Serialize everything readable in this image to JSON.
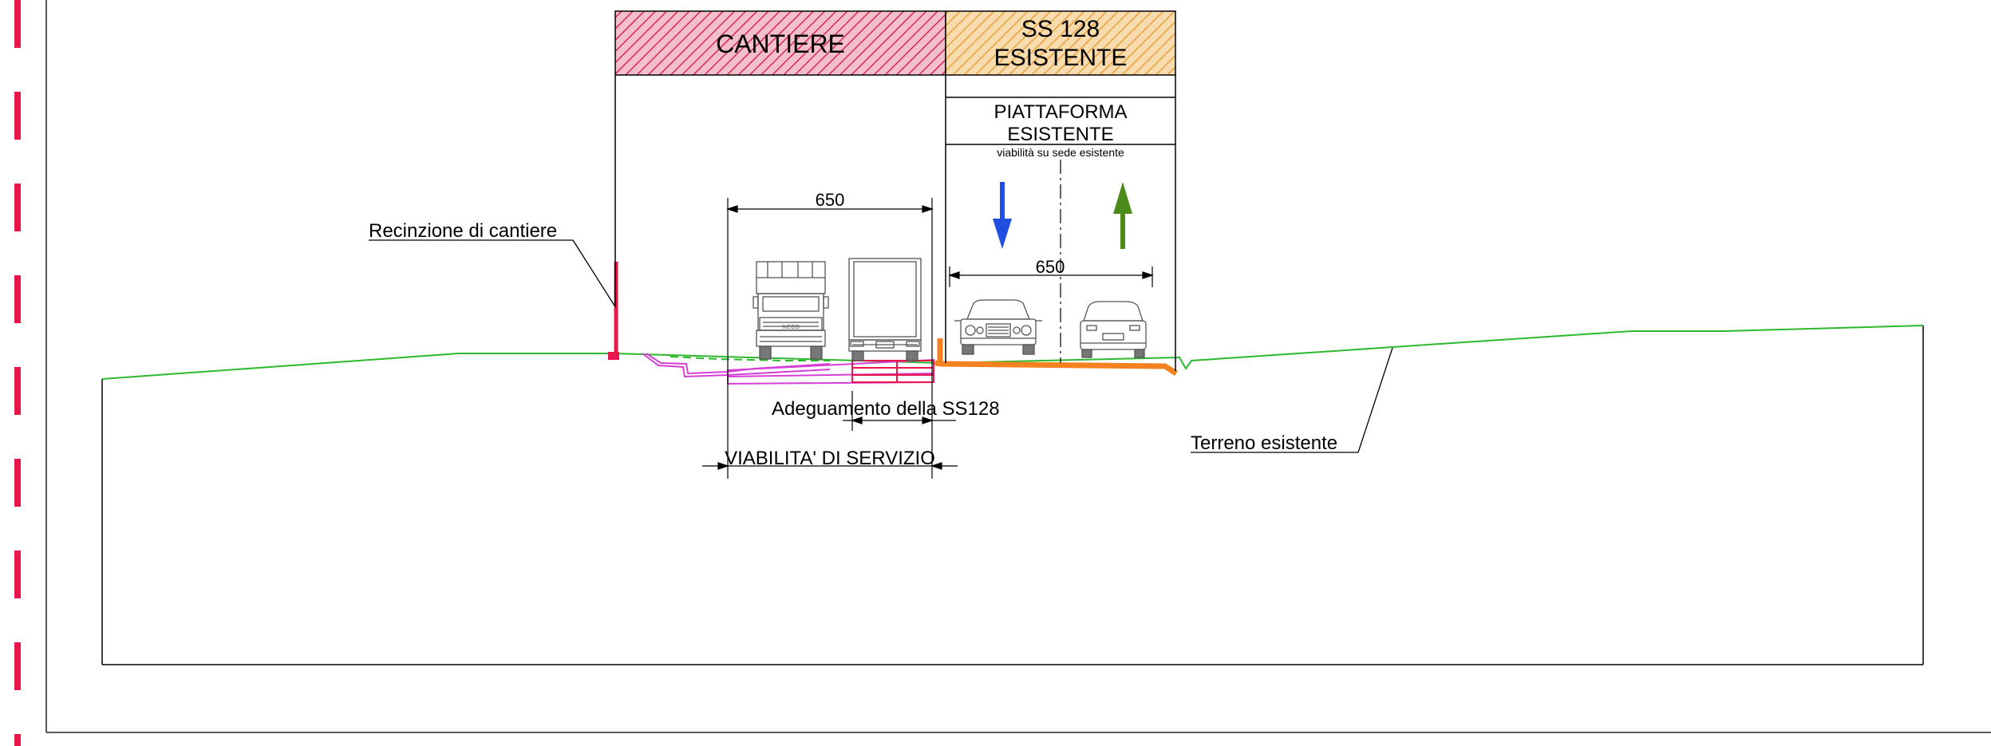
{
  "header": {
    "cantiere": "CANTIERE",
    "ss128_line1": "SS 128",
    "ss128_line2": "ESISTENTE"
  },
  "platform": {
    "title_line1": "PIATTAFORMA",
    "title_line2": "ESISTENTE",
    "subtitle": "viabilità su sede esistente"
  },
  "dimensions": {
    "service_road_width": "650",
    "existing_road_width": "650"
  },
  "labels": {
    "fence": "Recinzione di cantiere",
    "adeguamento": "Adeguamento della SS128",
    "viabilita_servizio": "VIABILITA' DI SERVIZIO",
    "terreno": "Terreno esistente",
    "truck_brand": "IVECO"
  },
  "colors": {
    "cantiere_hatch": "#d8294f",
    "ss128_hatch": "#e8a040",
    "ground_line": "#2db82d",
    "existing_pavement": "#f58220",
    "fence": "#e8164b",
    "new_works": "#d63fd6",
    "arrow_down": "#1f4fe0",
    "arrow_up": "#4c8a1a",
    "border_dashes": "#e8164b"
  }
}
